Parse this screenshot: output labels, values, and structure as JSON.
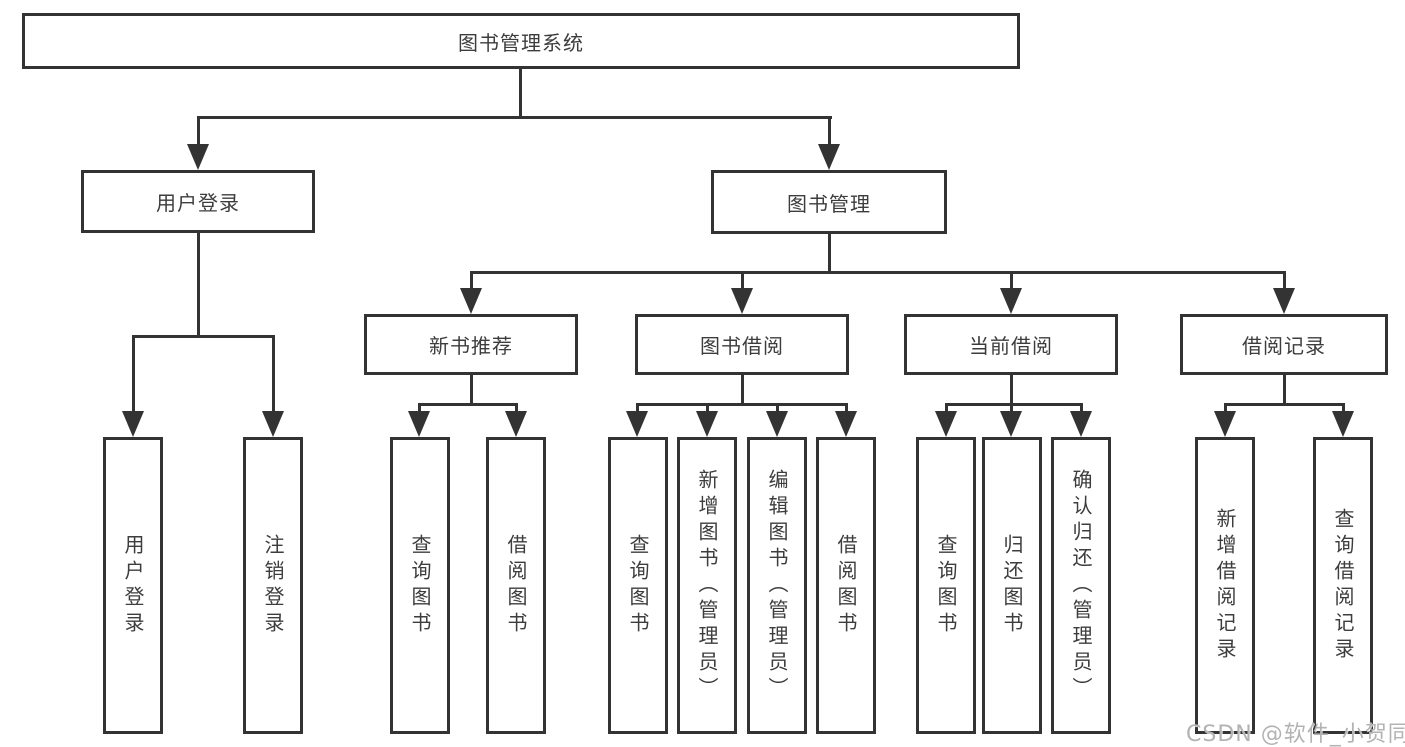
{
  "diagram": {
    "root": {
      "label": "图书管理系统"
    },
    "branches": [
      {
        "label": "用户登录",
        "children": [
          {
            "label": "用户登录"
          },
          {
            "label": "注销登录"
          }
        ]
      },
      {
        "label": "图书管理",
        "groups": [
          {
            "label": "新书推荐",
            "children": [
              {
                "label": "查询图书"
              },
              {
                "label": "借阅图书"
              }
            ]
          },
          {
            "label": "图书借阅",
            "children": [
              {
                "label": "查询图书"
              },
              {
                "label": "新增图书（管理员）"
              },
              {
                "label": "编辑图书（管理员）"
              },
              {
                "label": "借阅图书"
              }
            ]
          },
          {
            "label": "当前借阅",
            "children": [
              {
                "label": "查询图书"
              },
              {
                "label": "归还图书"
              },
              {
                "label": "确认归还（管理员）"
              }
            ]
          },
          {
            "label": "借阅记录",
            "children": [
              {
                "label": "新增借阅记录"
              },
              {
                "label": "查询借阅记录"
              }
            ]
          }
        ]
      }
    ]
  },
  "watermark": {
    "text": "CSDN @软件_小贺同学"
  },
  "colors": {
    "line": "#333333",
    "text": "#3d3d3d",
    "background": "#ffffff",
    "watermark": "#b3b3b3"
  }
}
